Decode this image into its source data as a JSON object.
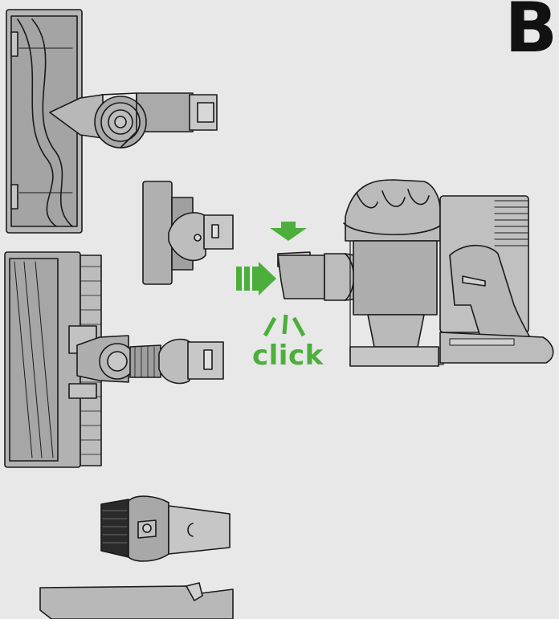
{
  "section_letter": "B",
  "action_label": "click",
  "colors": {
    "background": "#e8e8e8",
    "part_fill": "#a8a8a8",
    "part_light": "#c4c4c4",
    "part_dark": "#8c8c8c",
    "outline": "#1a1a1a",
    "accent_green": "#4caf3c"
  },
  "icons": [
    "motorhead-tool",
    "mini-motorized-tool",
    "soft-roller-head",
    "combination-tool",
    "crevice-tool",
    "wand-adapter",
    "handheld-vacuum",
    "down-arrow-icon",
    "insert-arrow-icon",
    "click-burst-icon"
  ]
}
